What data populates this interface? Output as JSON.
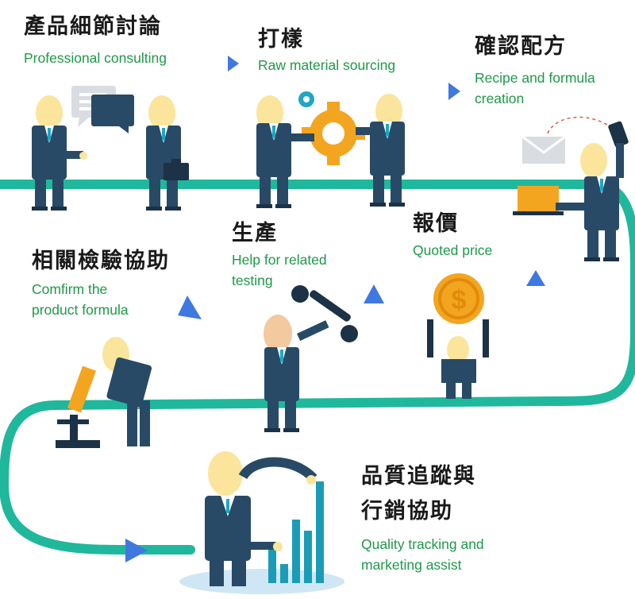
{
  "steps": [
    {
      "zh": "產品細節討論",
      "en": "Professional consulting"
    },
    {
      "zh": "打樣",
      "en": "Raw material sourcing"
    },
    {
      "zh": "確認配方",
      "en_lines": [
        "Recipe and formula",
        "creation"
      ]
    },
    {
      "zh": "報價",
      "en": "Quoted price"
    },
    {
      "zh": "生產",
      "en_lines": [
        "Help for related",
        "testing"
      ]
    },
    {
      "zh": "相關檢驗協助",
      "en_lines": [
        "Comfirm the",
        "product formula"
      ]
    },
    {
      "zh_lines": [
        "品質追蹤與",
        "行銷協助"
      ],
      "en_lines": [
        "Quality tracking and",
        "marketing assist"
      ]
    }
  ],
  "colors": {
    "path": "#20b89c",
    "arrow": "#3f78e0",
    "suit": "#284a66",
    "skin": "#fbe59c",
    "gear": "#f4a520",
    "bar": "#1a9cb7",
    "label_en": "#1e9948"
  },
  "icons": [
    "speech-bubble-icon",
    "gear-icon",
    "envelope-icon",
    "phone-icon",
    "laptop-icon",
    "coin-icon",
    "wrench-icon",
    "microscope-icon",
    "bar-chart-icon",
    "arrow-icon"
  ]
}
